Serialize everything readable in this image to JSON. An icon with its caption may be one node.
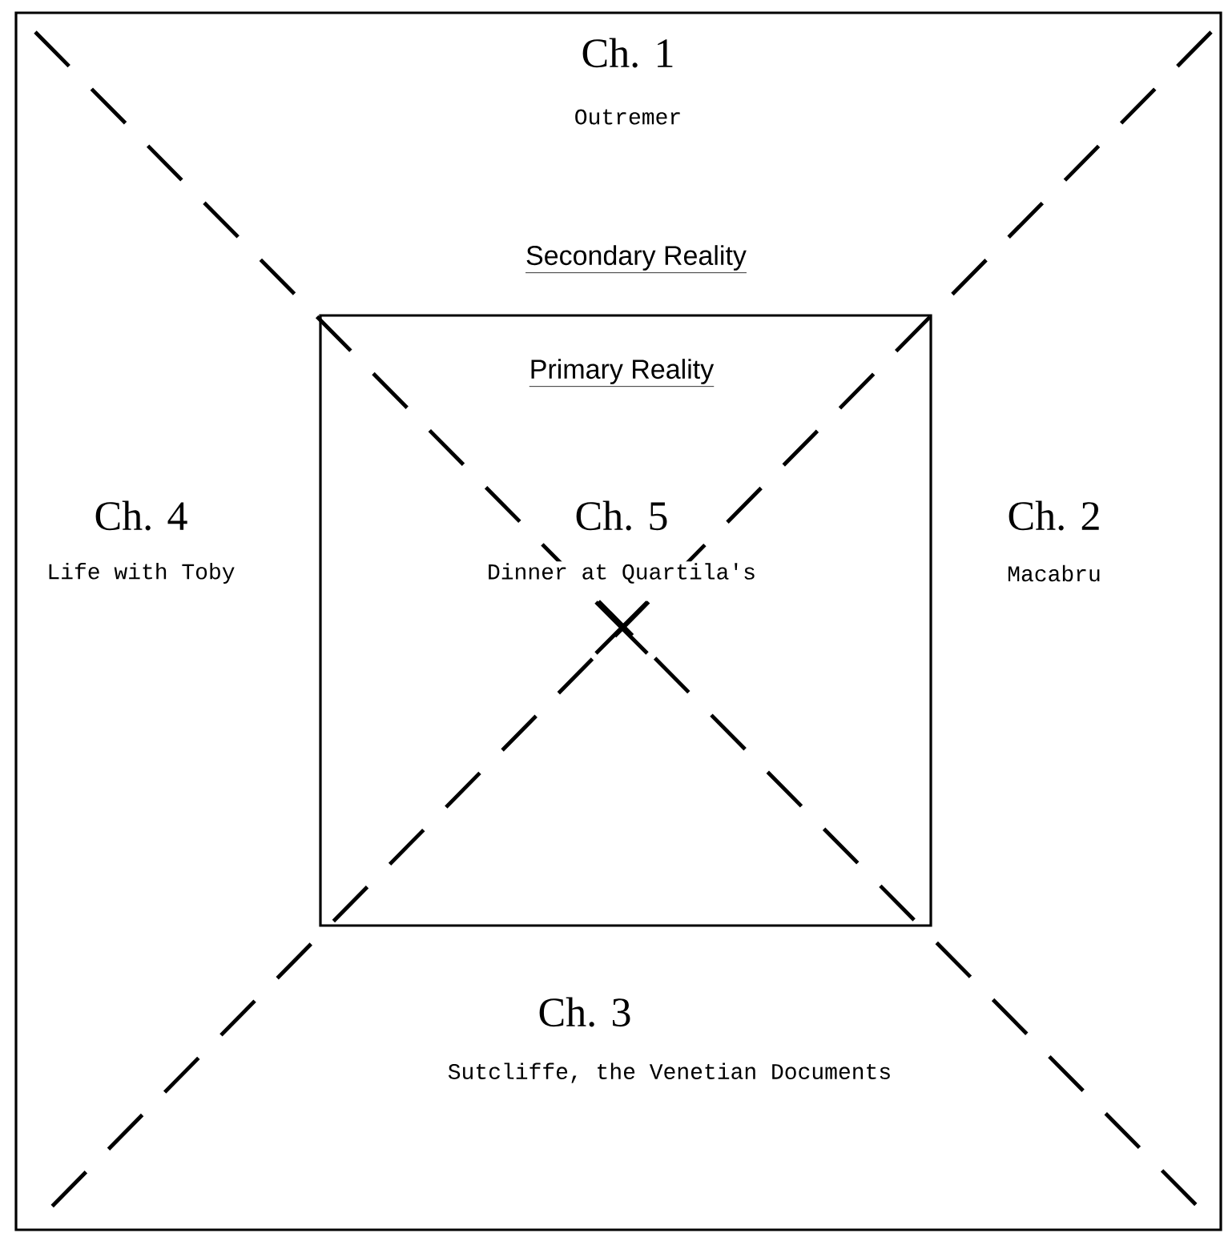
{
  "diagram": {
    "nodes": [
      {
        "text": [
          "Secondary Reality"
        ]
      },
      {
        "text": [
          "Primary Reality",
          "Ch. 5",
          "Dinner at Quartila's"
        ],
        "in": 0
      }
    ],
    "labels": [
      "Ch. 1",
      "Outremer",
      "Ch. 4",
      "Life with Toby",
      "Ch. 2",
      "Macabru",
      "Ch. 3",
      "Sutcliffe, the Venetian Documents"
    ]
  }
}
